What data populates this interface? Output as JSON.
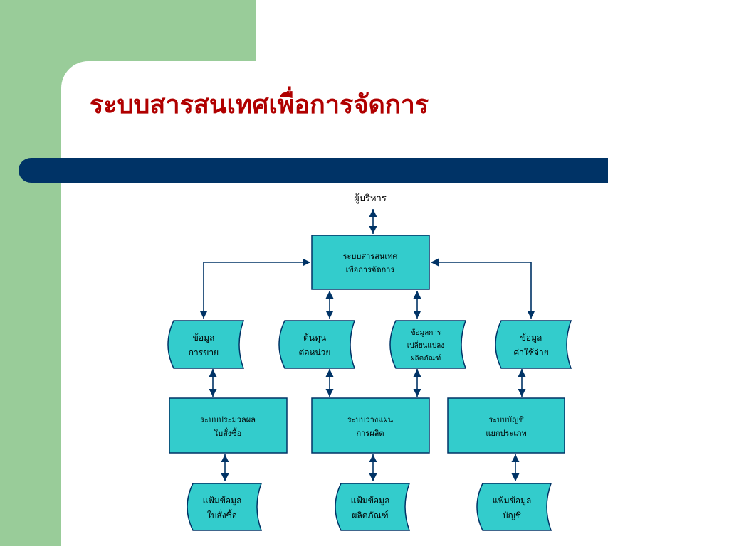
{
  "slide": {
    "title": "ระบบสารสนเทศเพื่อการจัดการ",
    "colors": {
      "title": "#b00000",
      "bar": "#003366",
      "panel": "#99cc99",
      "box": "#33cccc",
      "line": "#003366"
    }
  },
  "diagram": {
    "manager": "ผู้บริหาร",
    "mis": [
      "ระบบสารสนเทศ",
      "เพื่อการจัดการ"
    ],
    "data_sales": [
      "ข้อมูล",
      "การขาย"
    ],
    "unit_cost": [
      "ต้นทุน",
      "ต่อหน่วย"
    ],
    "product_change": [
      "ข้อมูลการ",
      "เปลี่ยนแปลง",
      "ผลิตภัณฑ์"
    ],
    "expense_data": [
      "ข้อมูล",
      "ค่าใช้จ่าย"
    ],
    "order_processing": [
      "ระบบประมวลผล",
      "ใบสั่งซื้อ"
    ],
    "production_planning": [
      "ระบบวางแผน",
      "การผลิต"
    ],
    "accounting": [
      "ระบบบัญชี",
      "แยกประเภท"
    ],
    "order_file": [
      "แฟ้มข้อมูล",
      "ใบสั่งซื้อ"
    ],
    "product_file": [
      "แฟ้มข้อมูล",
      "ผลิตภัณฑ์"
    ],
    "account_file": [
      "แฟ้มข้อมูล",
      "บัญชี"
    ]
  }
}
